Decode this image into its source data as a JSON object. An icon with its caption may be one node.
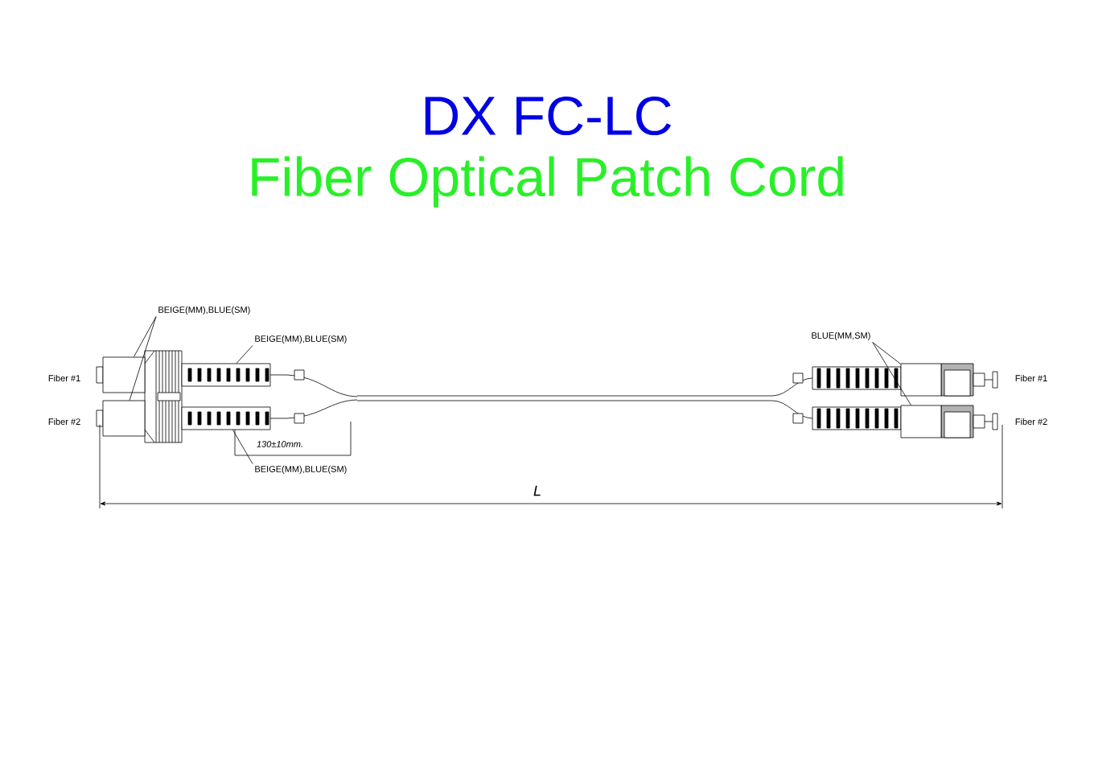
{
  "diagram": {
    "title": "DX FC-LC",
    "nodes": [
      {
        "text": [
          "BEIGE(MM),BLUE(SM)"
        ]
      },
      {
        "text": [
          "BEIGE(MM),BLUE(SM)"
        ]
      },
      {
        "text": [
          "BEIGE(MM),BLUE(SM)"
        ]
      },
      {
        "text": [
          "BLUE(MM,SM)"
        ]
      },
      {
        "text": [],
        "shape": "box"
      },
      {
        "text": [],
        "shape": "box"
      },
      {
        "text": [],
        "shape": "box"
      },
      {
        "text": [],
        "shape": "box"
      },
      {
        "text": [],
        "shape": "box"
      },
      {
        "text": [],
        "shape": "box"
      }
    ],
    "edges": [
      {
        "from": 0,
        "to": 4,
        "arrow": "none"
      },
      {
        "from": 0,
        "to": 5,
        "arrow": "none"
      },
      {
        "from": 1,
        "to": 6,
        "arrow": "none"
      },
      {
        "from": 2,
        "to": 7,
        "arrow": "none"
      },
      {
        "from": 3,
        "to": 8,
        "arrow": "none"
      },
      {
        "from": 3,
        "to": 9,
        "arrow": "none"
      }
    ],
    "labels": [
      "Fiber Optical Patch Cord",
      "Fiber #1",
      "Fiber #2",
      "130±10mm.",
      "Fiber #1",
      "Fiber #2",
      "L"
    ]
  }
}
